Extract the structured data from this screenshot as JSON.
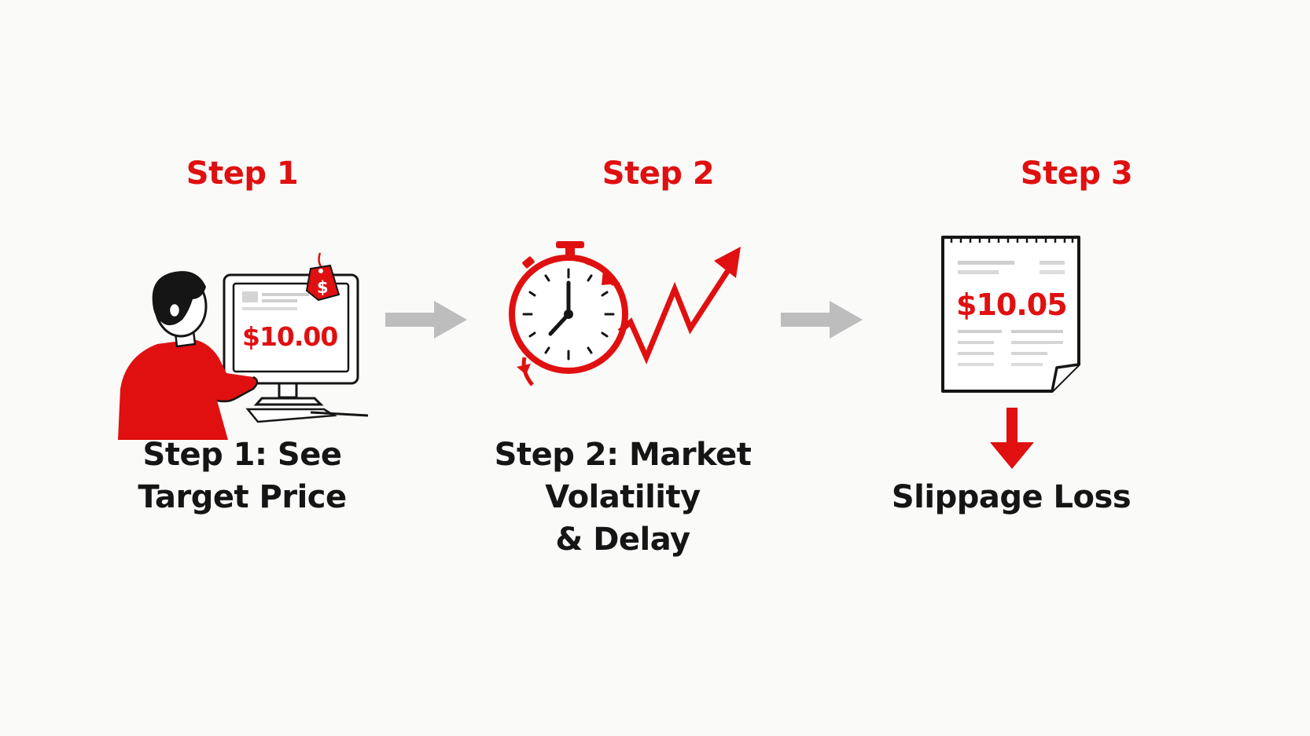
{
  "steps": [
    {
      "title": "Step 1",
      "caption_lines": [
        "Step 1: See",
        "Target Price"
      ],
      "price": "$10.00",
      "tag_symbol": "$"
    },
    {
      "title": "Step 2",
      "caption_lines": [
        "Step 2: Market",
        "Volatility",
        "& Delay"
      ]
    },
    {
      "title": "Step 3",
      "caption_lines": [
        "Slippage Loss"
      ],
      "price": "$10.05"
    }
  ],
  "colors": {
    "accent": "#e01010",
    "text": "#151515",
    "arrow_gray": "#bdbdbd",
    "background": "#fafaf9"
  },
  "icons": [
    "person-at-computer-icon",
    "price-tag-icon",
    "stopwatch-icon",
    "volatility-zigzag-arrow-icon",
    "receipt-icon",
    "down-arrow-icon"
  ]
}
